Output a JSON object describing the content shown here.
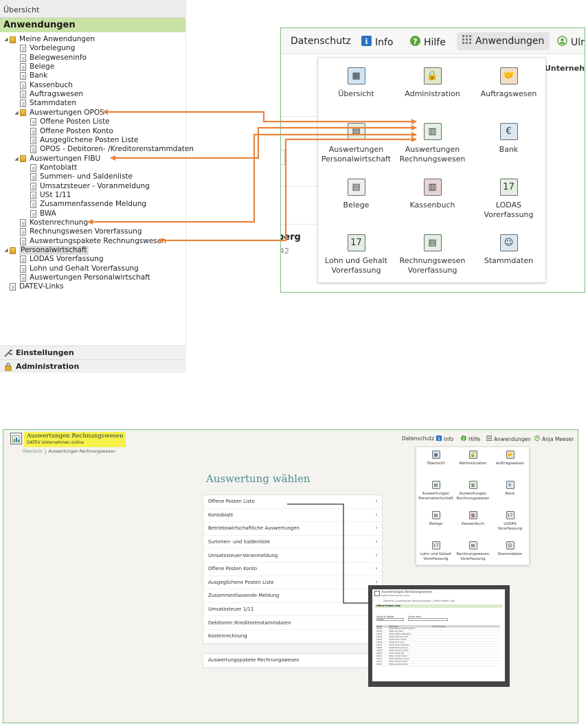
{
  "tree_panel": {
    "breadcrumb": "Übersicht",
    "section_title": "Anwendungen",
    "items": [
      {
        "label": "Meine Anwendungen",
        "type": "folder",
        "level": 0,
        "expanded": true
      },
      {
        "label": "Vorbelegung",
        "type": "doc",
        "level": 1
      },
      {
        "label": "Belegweseninfo",
        "type": "doc",
        "level": 1
      },
      {
        "label": "Belege",
        "type": "doc",
        "level": 1
      },
      {
        "label": "Bank",
        "type": "doc",
        "level": 1
      },
      {
        "label": "Kassenbuch",
        "type": "doc",
        "level": 1
      },
      {
        "label": "Auftragswesen",
        "type": "doc",
        "level": 1
      },
      {
        "label": "Stammdaten",
        "type": "doc",
        "level": 1
      },
      {
        "label": "Auswertungen OPOS",
        "type": "folder",
        "level": 1,
        "expanded": true
      },
      {
        "label": "Offene Posten Liste",
        "type": "doc",
        "level": 2
      },
      {
        "label": "Offene Posten Konto",
        "type": "doc",
        "level": 2
      },
      {
        "label": "Ausgeglichene Posten Liste",
        "type": "doc",
        "level": 2
      },
      {
        "label": "OPOS - Debitoren- /Kreditorenstammdaten",
        "type": "doc",
        "level": 2
      },
      {
        "label": "Auswertungen FIBU",
        "type": "folder",
        "level": 1,
        "expanded": true
      },
      {
        "label": "Kontoblatt",
        "type": "doc",
        "level": 2
      },
      {
        "label": "Summen- und Saldenliste",
        "type": "doc",
        "level": 2
      },
      {
        "label": "Umsatzsteuer - Voranmeldung",
        "type": "doc",
        "level": 2
      },
      {
        "label": "USt 1/11",
        "type": "doc",
        "level": 2
      },
      {
        "label": "Zusammenfassende Meldung",
        "type": "doc",
        "level": 2
      },
      {
        "label": "BWA",
        "type": "doc",
        "level": 2
      },
      {
        "label": "Kostenrechnung",
        "type": "doc",
        "level": 1
      },
      {
        "label": "Rechnungswesen Vorerfassung",
        "type": "doc",
        "level": 1
      },
      {
        "label": "Auswertungspakete Rechnungswesen",
        "type": "doc",
        "level": 1
      },
      {
        "label": "Personalwirtschaft",
        "type": "folder",
        "level": 0,
        "expanded": true,
        "selected": true
      },
      {
        "label": "LODAS Vorerfassung",
        "type": "doc",
        "level": 1
      },
      {
        "label": "Lohn und Gehalt Vorerfassung",
        "type": "doc",
        "level": 1
      },
      {
        "label": "Auswertungen Personalwirtschaft",
        "type": "doc",
        "level": 1
      },
      {
        "label": "DATEV-Links",
        "type": "doc",
        "level": 0
      }
    ],
    "bottom": [
      {
        "label": "Einstellungen",
        "icon": "wrench-icon"
      },
      {
        "label": "Administration",
        "icon": "lock-icon"
      }
    ]
  },
  "top_overlay": {
    "nav": [
      {
        "label": "Datenschutz",
        "icon": ""
      },
      {
        "label": "Info",
        "icon": "info-icon"
      },
      {
        "label": "Hilfe",
        "icon": "help-icon"
      },
      {
        "label": "Anwendungen",
        "icon": "grid-icon"
      },
      {
        "label": "Ulri",
        "icon": "user-icon"
      }
    ],
    "bg_texts": {
      "unternehm": "Unternehm",
      "berg": "berg",
      "num": "42"
    }
  },
  "apps": [
    {
      "label": "Übersicht",
      "icon": "overview-icon",
      "color": "#cfe4f5",
      "glyph": "▦"
    },
    {
      "label": "Administration",
      "icon": "padlock-icon",
      "color": "#dfe9c9",
      "glyph": "🔒"
    },
    {
      "label": "Auftragswesen",
      "icon": "handshake-icon",
      "color": "#f1dfc5",
      "glyph": "🤝"
    },
    {
      "label": "Auswertungen Personalwirtschaft",
      "icon": "personnel-reports-icon",
      "color": "#e3efe2",
      "glyph": "▤"
    },
    {
      "label": "Auswertungen Rechnungswesen",
      "icon": "accounting-reports-icon",
      "color": "#e3efe2",
      "glyph": "▥"
    },
    {
      "label": "Bank",
      "icon": "euro-icon",
      "color": "#dbe8f3",
      "glyph": "€"
    },
    {
      "label": "Belege",
      "icon": "receipts-icon",
      "color": "#eeeeee",
      "glyph": "▤"
    },
    {
      "label": "Kassenbuch",
      "icon": "cashbook-icon",
      "color": "#e6d5d5",
      "glyph": "▥"
    },
    {
      "label": "LODAS Vorerfassung",
      "icon": "lodas-calendar-icon",
      "color": "#e3efe2",
      "glyph": "17"
    },
    {
      "label": "Lohn und Gehalt Vorerfassung",
      "icon": "payroll-calendar-icon",
      "color": "#e3efe2",
      "glyph": "17"
    },
    {
      "label": "Rechnungswesen Vorerfassung",
      "icon": "accounting-entry-icon",
      "color": "#e3efe2",
      "glyph": "▤"
    },
    {
      "label": "Stammdaten",
      "icon": "person-icon",
      "color": "#dbe8f3",
      "glyph": "☺"
    }
  ],
  "top_app_lines": [
    [
      "Übersicht"
    ],
    [
      "Administration"
    ],
    [
      "Auftragswesen"
    ],
    [
      "Auswertungen",
      "Personalwirtschaft"
    ],
    [
      "Auswertungen",
      "Rechnungswesen"
    ],
    [
      "Bank"
    ],
    [
      "Belege"
    ],
    [
      "Kassenbuch"
    ],
    [
      "LODAS",
      "Vorerfassung"
    ],
    [
      "Lohn und Gehalt",
      "Vorerfassung"
    ],
    [
      "Rechnungswesen",
      "Vorerfassung"
    ],
    [
      "Stammdaten"
    ]
  ],
  "bottom_shot": {
    "app_title": "Auswertungen Rechnungswesen",
    "app_subtitle": "DATEV Unternehmen online",
    "nav": [
      {
        "label": "Datenschutz",
        "icon": ""
      },
      {
        "label": "Info",
        "icon": "info-icon"
      },
      {
        "label": "Hilfe",
        "icon": "help-icon"
      },
      {
        "label": "Anwendungen",
        "icon": "grid-icon"
      },
      {
        "label": "Anja Meeser",
        "icon": "user-icon"
      }
    ],
    "crumbs": [
      "Übersicht",
      "Auswertungen Rechnungswesen"
    ],
    "page_title": "Auswertung wählen",
    "list": [
      "Offene Posten Liste",
      "Kontoblatt",
      "Betriebswirtschaftliche Auswertungen",
      "Summen- und Saldenliste",
      "Umsatzsteuer-Voranmeldung",
      "Offene Posten Konto",
      "Ausgeglichene Posten Liste",
      "Zusammenfassende Meldung",
      "Umsatzsteuer 1/11",
      "Debitoren-/Kreditorenstammdaten",
      "Kostenrechnung"
    ],
    "list2": [
      "Auswertungspakete Rechnungswesen"
    ],
    "chevron": "›",
    "app_lines": [
      [
        "Übersicht"
      ],
      [
        "Administration"
      ],
      [
        "Auftragswesen"
      ],
      [
        "Auswertungen",
        "Personalwirtschaft"
      ],
      [
        "Auswertungen",
        "Rechnungswesen"
      ],
      [
        "Bank"
      ],
      [
        "Belege"
      ],
      [
        "Kassenbuch"
      ],
      [
        "LODAS",
        "Vorerfassung"
      ],
      [
        "Lohn und Gehalt",
        "Vorerfassung"
      ],
      [
        "Rechnungswesen",
        "Vorerfassung"
      ],
      [
        "Stammdaten"
      ]
    ],
    "highlight_color": "#f6f24a"
  },
  "thumbnail": {
    "title": "Auswertungen Rechnungswesen",
    "subtitle": "DATEV Unternehmen online",
    "crumbs": "Übersicht  |  Auswertungen Rechnungswesen  |  Offene Posten Liste",
    "bar": "Offene Posten Liste",
    "label_search_col": "Suche in Spalte:",
    "label_search": "Suche nach:",
    "select_value": "Konto",
    "headers": [
      "Konto",
      "Standard",
      "Firmenname"
    ],
    "rows": [
      [
        "10001",
        "10001 Pfanz GmbH Frankfurt"
      ],
      [
        "10002",
        "10002 Alt, Peter"
      ],
      [
        "10003",
        "10003 Pfälzer Möbelwerk"
      ],
      [
        "10004",
        "10004 Gebrüder Wolf"
      ],
      [
        "10005",
        "10005 Rhein GmbH"
      ],
      [
        "10006",
        "10006 Alt, Frieda"
      ],
      [
        "10007",
        "10007 Meier Metallbau"
      ],
      [
        "10008",
        "10008 Nordwerke AG"
      ],
      [
        "10009",
        "10009 Huber & Söhne"
      ],
      [
        "10010",
        "10010 Weber KG"
      ],
      [
        "10011",
        "10011 Schulz Elektro"
      ],
      [
        "10012",
        "10012 Bäckerei Krause"
      ],
      [
        "10013",
        "10013 Fischer GmbH"
      ],
      [
        "20001",
        "20001 Lieferant Nord"
      ]
    ]
  },
  "colors": {
    "arrow": "#e8843d",
    "green_head": "#c9e3a7",
    "highlight": "#f6f24a"
  }
}
